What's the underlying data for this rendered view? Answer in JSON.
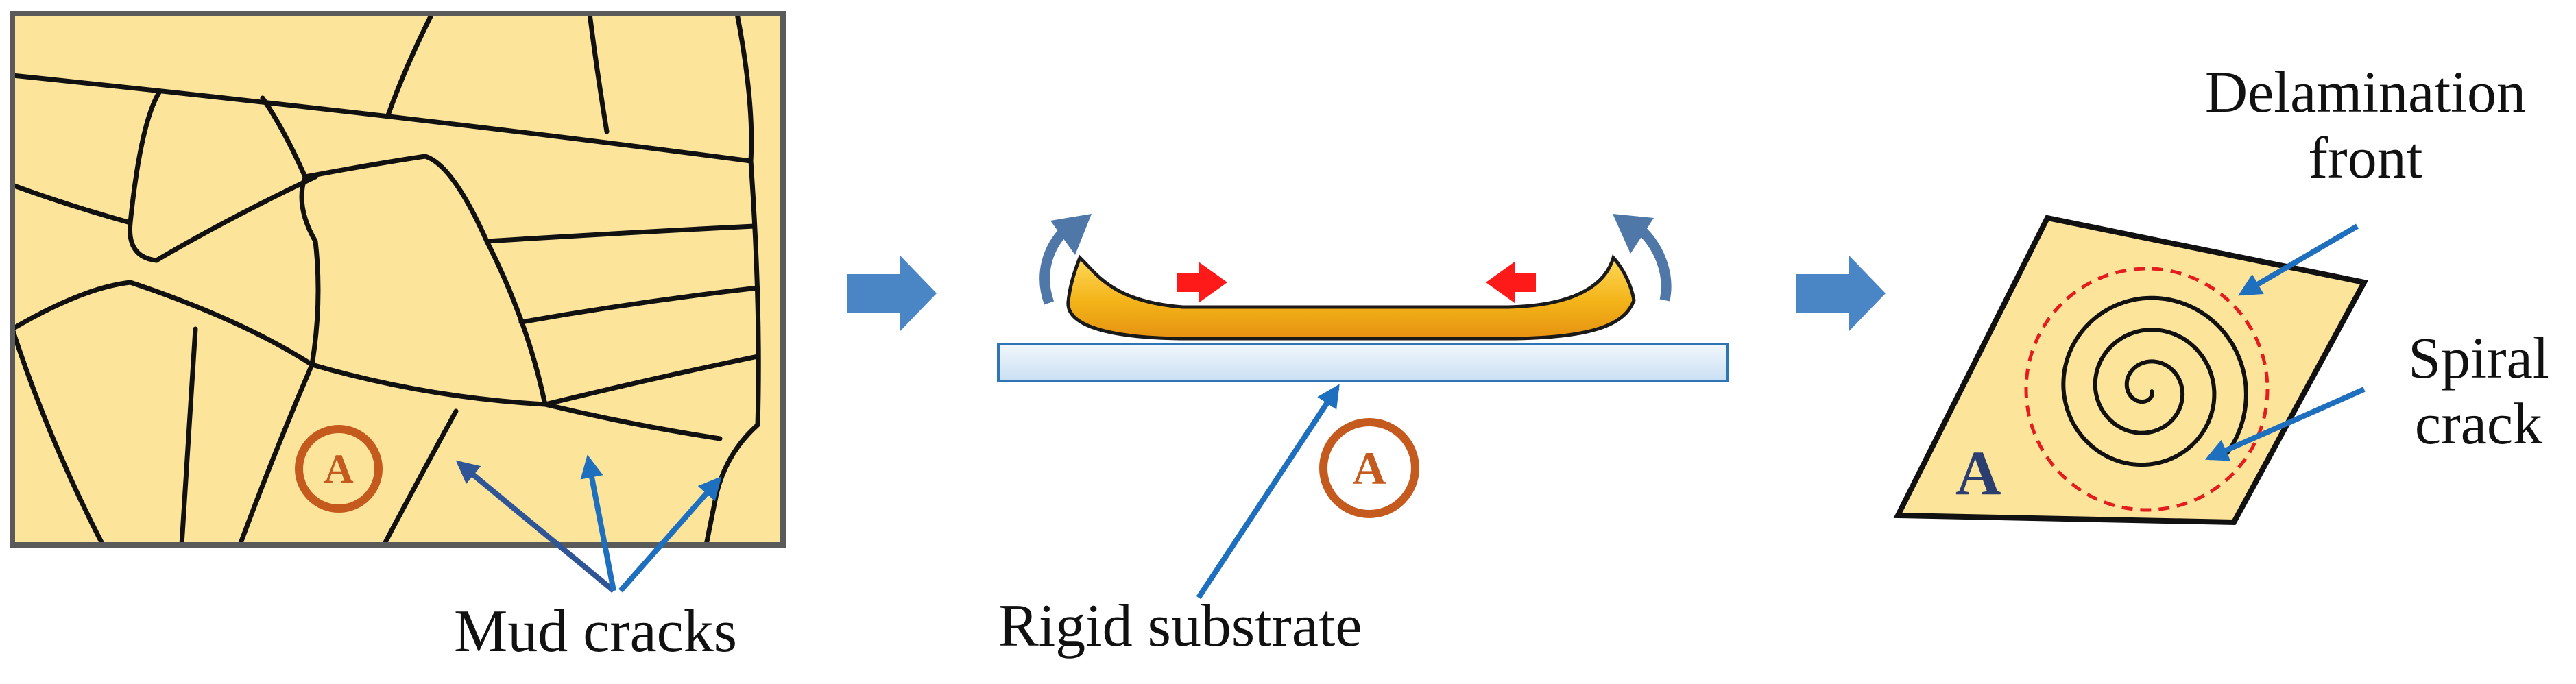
{
  "panels": {
    "mud": {
      "marker": "A",
      "label": "Mud cracks"
    },
    "substrate": {
      "marker": "A",
      "label": "Rigid substrate"
    },
    "spiral": {
      "marker": "A",
      "delamination_label": "Delamination front",
      "spiral_label": "Spiral crack"
    }
  },
  "colors": {
    "mud_fill": "#fde49b",
    "crack_line": "#111111",
    "frame_border": "#5a5a5a",
    "flow_arrow": "#4a86c5",
    "pointer_arrow": "#1f6fbf",
    "marker_ring": "#c55a1f",
    "substrate_fill": "#dceaf7",
    "film_fill": "#f3b318",
    "curl_arrow": "#4f78a8",
    "compress_arrow": "#ff1a1a",
    "delamination_dash": "#e31d1d",
    "spiral_marker": "#2c3e70"
  }
}
